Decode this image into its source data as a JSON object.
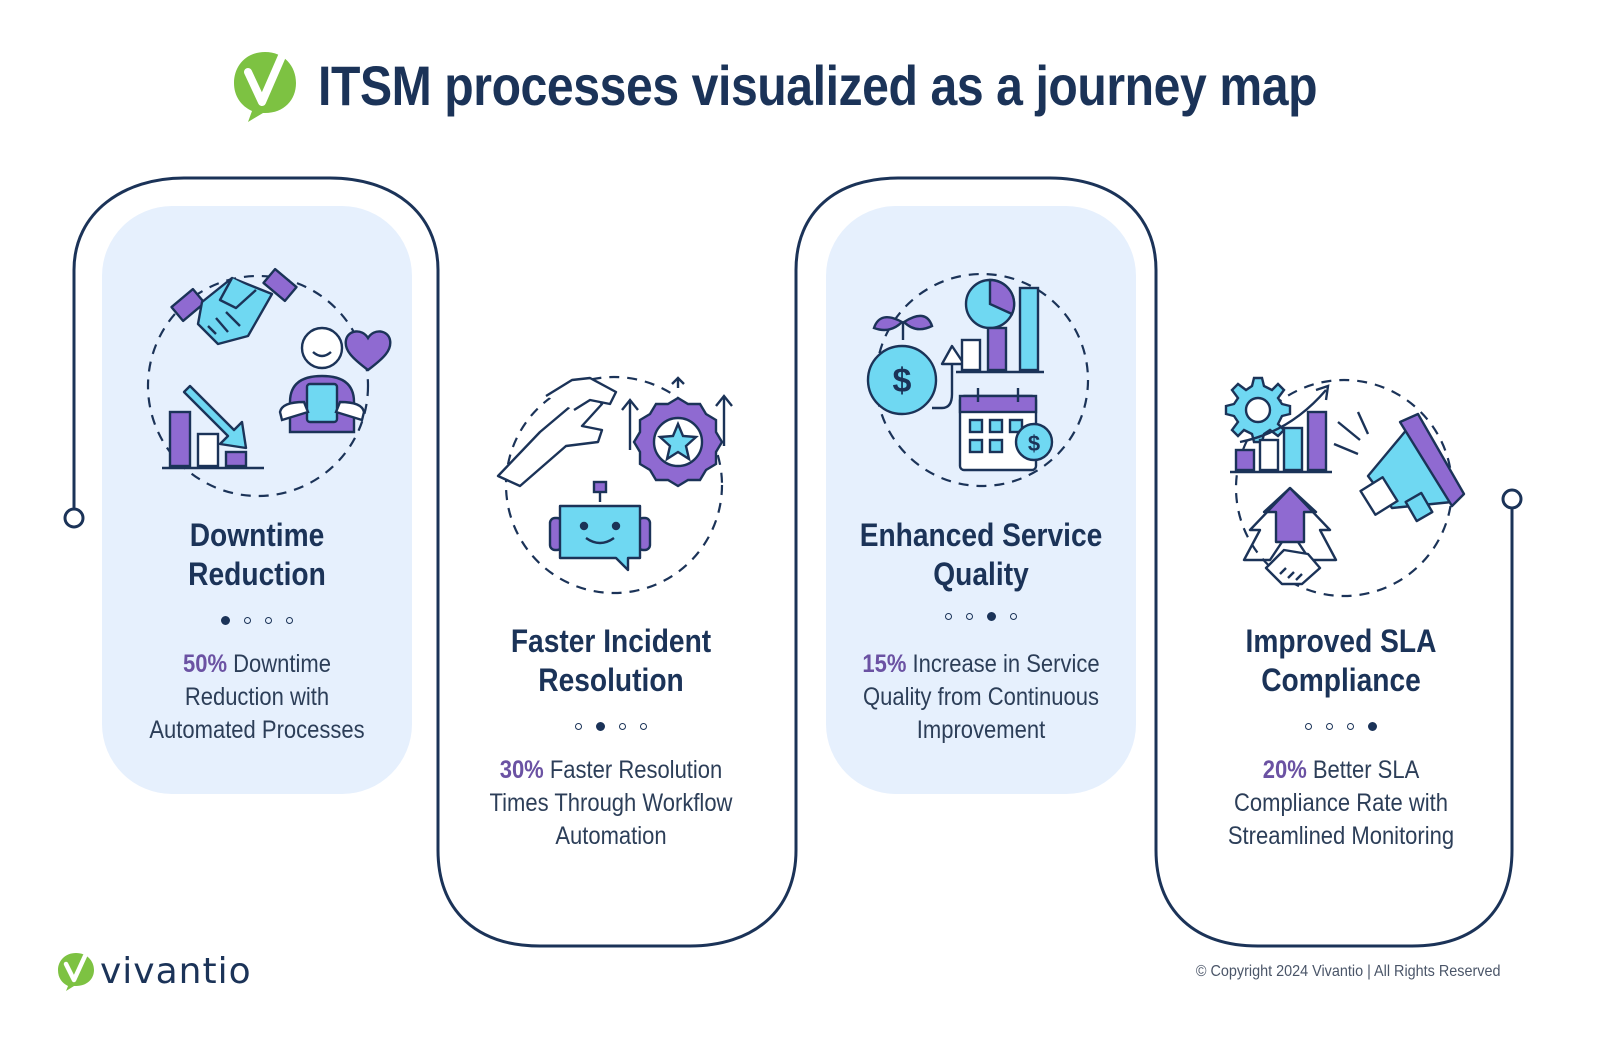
{
  "page": {
    "title": "ITSM processes visualized as a journey map",
    "brand": "vivantio",
    "copyright": "© Copyright 2024 Vivantio | All Rights Reserved"
  },
  "colors": {
    "navy": "#1b3358",
    "purple": "#8f6ad1",
    "cyan": "#6fd8f2",
    "panel": "#e6f0fd",
    "logo_green": "#7dc242",
    "highlight": "#6b52a3"
  },
  "stages": [
    {
      "heading_line1": "Downtime",
      "heading_line2": "Reduction",
      "pct": "50%",
      "desc_line1": " Downtime",
      "desc_line2": "Reduction with",
      "desc_line3": "Automated Processes",
      "icons": [
        "handshake-icon",
        "happy-customer-icon",
        "heart-icon",
        "declining-bar-chart-icon"
      ],
      "active_step": 1
    },
    {
      "heading_line1": "Faster Incident",
      "heading_line2": "Resolution",
      "pct": "30%",
      "desc_line1": " Faster Resolution",
      "desc_line2": "Times Through Workflow",
      "desc_line3": "Automation",
      "icons": [
        "helping-hands-icon",
        "gear-star-icon",
        "chatbot-icon"
      ],
      "active_step": 2
    },
    {
      "heading_line1": "Enhanced Service",
      "heading_line2": "Quality",
      "pct": "15%",
      "desc_line1": " Increase in Service",
      "desc_line2": "Quality from Continuous",
      "desc_line3": "Improvement",
      "icons": [
        "money-bag-growth-icon",
        "pie-bar-chart-icon",
        "calendar-dollar-icon"
      ],
      "active_step": 3
    },
    {
      "heading_line1": "Improved SLA",
      "heading_line2": "Compliance",
      "pct": "20%",
      "desc_line1": " Better SLA",
      "desc_line2": "Compliance Rate with",
      "desc_line3": "Streamlined Monitoring",
      "icons": [
        "gear-growth-chart-icon",
        "megaphone-icon",
        "handshake-arrow-icon"
      ],
      "active_step": 4
    }
  ]
}
